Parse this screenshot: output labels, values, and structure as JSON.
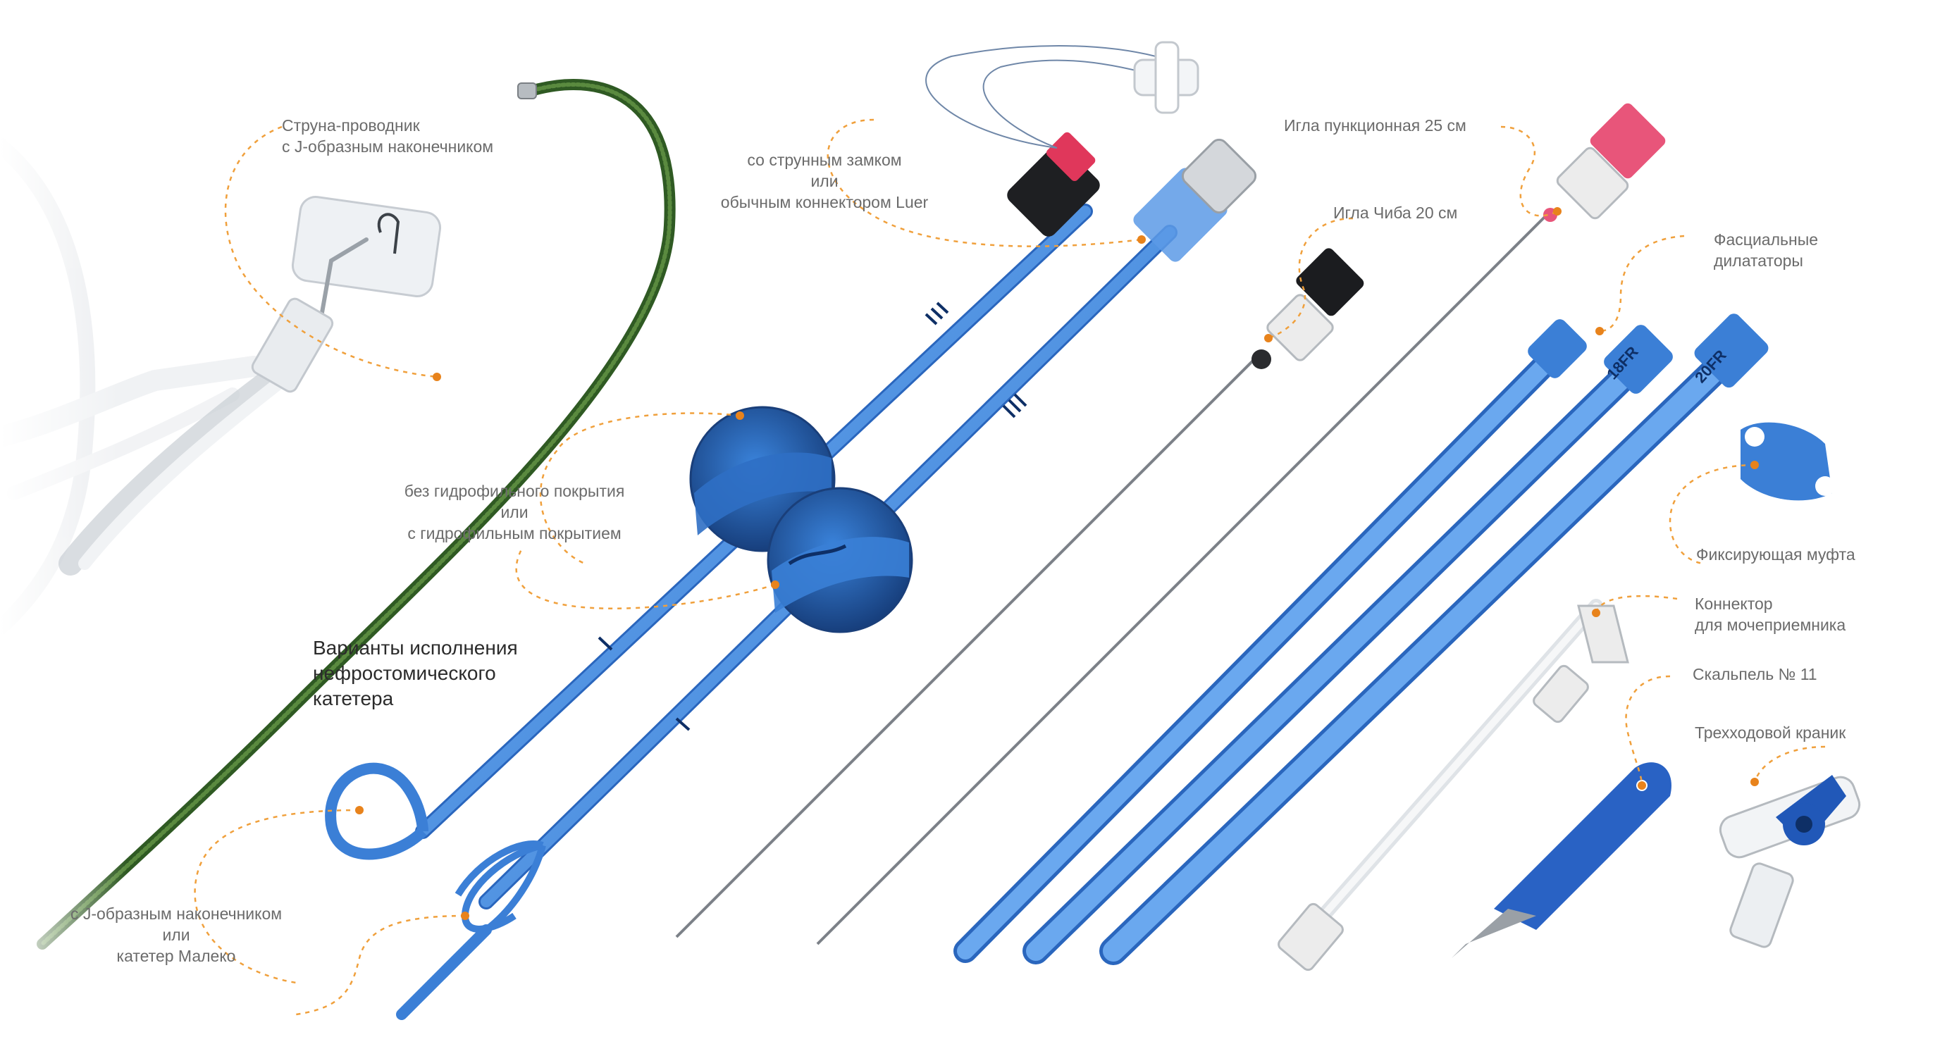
{
  "colors": {
    "catheter_blue": "#4a8fe0",
    "catheter_dark": "#1f5fb4",
    "guidewire_green": "#3f6b2e",
    "callout_orange": "#f0a03c",
    "callout_dot": "#e8831c",
    "label_gray": "#6b6b6b",
    "needle_pink": "#e8557a"
  },
  "labels": {
    "guidewire": [
      "Струна-проводник",
      "с J-образным наконечником"
    ],
    "string_lock": [
      "со струнным замком",
      "или",
      "обычным коннектором Luer"
    ],
    "coating": [
      "без гидрофильного покрытия",
      "или",
      "с гидрофильным покрытием"
    ],
    "catheter_variants": [
      "Варианты исполнения",
      "нефростомического",
      "катетера"
    ],
    "tip": [
      "с J-образным наконечником",
      "или",
      "катетер Малеко"
    ],
    "puncture_needle": "Игла пункционная 25 см",
    "chiba_needle": "Игла Чиба 20 см",
    "dilators": [
      "Фасциальные",
      "дилататоры"
    ],
    "fixing_sleeve": "Фиксирующая муфта",
    "urine_connector": [
      "Коннектор",
      "для мочеприемника"
    ],
    "scalpel": "Скальпель № 11",
    "stopcock": "Трехходовой краник"
  },
  "dilator_sizes": [
    "18FR",
    "20FR"
  ]
}
